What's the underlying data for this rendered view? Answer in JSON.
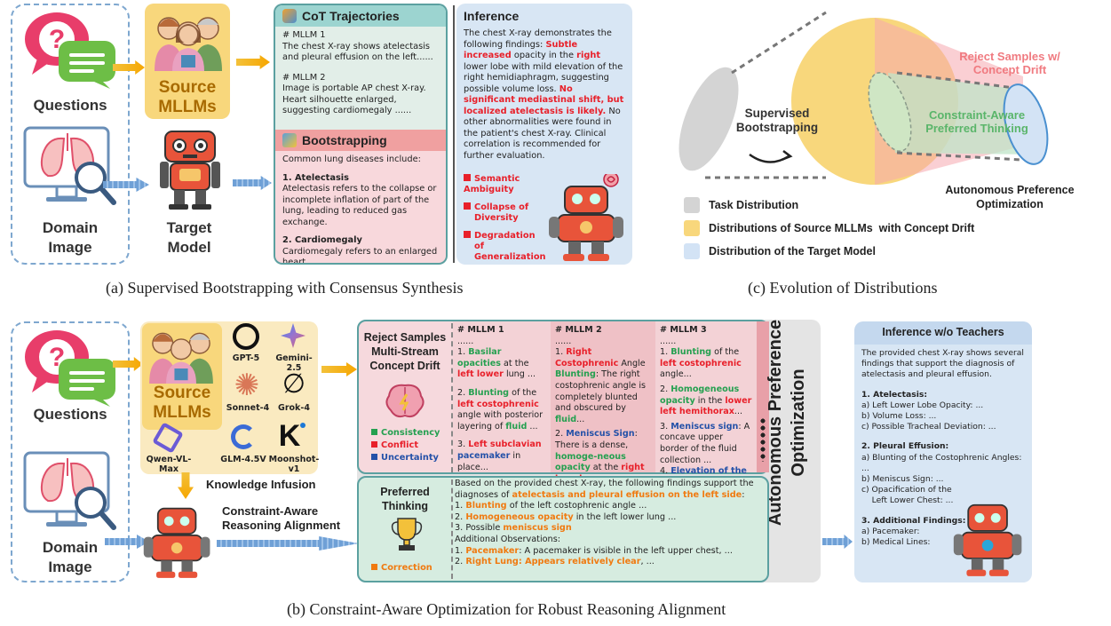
{
  "captions": {
    "a": "(a) Supervised Bootstrapping with Consensus Synthesis",
    "b": "(b) Constraint-Aware Optimization for Robust Reasoning Alignment",
    "c": "(c) Evolution of Distributions"
  },
  "top": {
    "questions_label": "Questions",
    "domain_image_label": "Domain\nImage",
    "source_label": "Source\nMLLMs",
    "target_label": "Target\nModel",
    "cot": {
      "title": "CoT Trajectories",
      "m1_head": "# MLLM 1",
      "m1_text": "The chest X-ray shows atelectasis and pleural effusion on the left......",
      "m2_head": "# MLLM 2",
      "m2_text": "Image is portable AP chest X-ray. Heart silhouette enlarged, suggesting cardiomegaly ......"
    },
    "boot": {
      "title": "Bootstrapping",
      "intro": "Common lung diseases include:",
      "h1": "1. Atelectasis",
      "t1": "Atelectasis refers to the collapse or incomplete inflation of part of the lung, leading to reduced gas exchange.",
      "h2": "2. Cardiomegaly",
      "t2": "Cardiomegaly refers to an enlarged heart ......"
    },
    "inference": {
      "title": "Inference",
      "p1": "The chest X-ray demonstrates the following findings: ",
      "r1": "Subtle increased",
      "p2": " opacity in the ",
      "r2": "right",
      "p3": " lower lobe with mild elevation of the right hemidiaphragm, suggesting possible volume loss. ",
      "r3": "No significant mediastinal shift, but localized atelectasis is likely.",
      "p4": " No other abnormalities were found in the patient's chest X-ray. Clinical correlation is recommended for further evaluation.",
      "b1": "Semantic Ambiguity",
      "b2": "Collapse of Diversity",
      "b3": "Degradation of Generalization"
    }
  },
  "dist": {
    "sup": "Supervised\nBootstrapping",
    "reject": "Reject Samples w/\nConcept Drift",
    "caprefer": "Constraint-Aware\nPreferred Thinking",
    "apo": "Autonomous Preference\nOptimization",
    "legend": [
      "Task Distribution",
      "Distributions of Source MLLMs  with Concept Drift",
      "Distribution of the Target Model"
    ],
    "colors": [
      "#d4d4d4",
      "#f8d77c",
      "#d3e3f5"
    ]
  },
  "bottom": {
    "questions_label": "Questions",
    "domain_image_label": "Domain\nImage",
    "source_label": "Source\nMLLMs",
    "models": [
      "GPT-5",
      "Gemini-2.5",
      "Sonnet-4",
      "Grok-4",
      "Qwen-VL-Max",
      "GLM-4.5V",
      "Moonshot-v1"
    ],
    "knowledge": "Knowledge Infusion",
    "cara": "Constraint-Aware\nReasoning Alignment",
    "reject_title": "Reject Samples\nMulti-Stream\nConcept Drift",
    "legend": [
      "Consistency",
      "Conflict",
      "Uncertainty"
    ],
    "apo_vertical": "Autonomous Preference\nOptimization",
    "preferred_title": "Preferred\nThinking",
    "correction": "Correction",
    "pref": {
      "l1a": "Based on the provided chest X-ray, the following findings support the",
      "l2a": "diagnoses of ",
      "l2b": "atelectasis and pleural effusion on the left side",
      "l2c": ":",
      "i1a": "1. ",
      "i1b": "Blunting",
      "i1c": " of the left costophrenic angle  ...",
      "i2a": "2. ",
      "i2b": "Homogeneous opacity",
      "i2c": " in the left lower lung ...",
      "i3a": "3. Possible ",
      "i3b": "meniscus sign",
      "add": "Additional Observations:",
      "o1a": "1. ",
      "o1b": "Pacemaker",
      "o1c": ": A pacemaker is visible in the left upper chest, ...",
      "o2a": "2. ",
      "o2b": "Right Lung: Appears relatively clear",
      "o2c": ", ..."
    },
    "wo": {
      "title": "Inference w/o Teachers",
      "intro": "The provided chest X-ray shows several findings that support the diagnosis of atelectasis and pleural effusion.",
      "s1": "1. Atelectasis:",
      "s1a": "a) Left Lower Lobe Opacity: ...",
      "s1b": "b) Volume Loss: ...",
      "s1c": "c) Possible Tracheal Deviation: ...",
      "s2": "2. Pleural Effusion:",
      "s2a": "a) Blunting of the Costophrenic Angles: ...",
      "s2b": "b) Meniscus Sign: ...",
      "s2c": "c) Opacification of the\n    Left Lower Chest: ...",
      "s3": "3. Additional Findings:",
      "s3a": "a) Pacemaker:",
      "s3b": "b) Medical Lines:"
    }
  }
}
